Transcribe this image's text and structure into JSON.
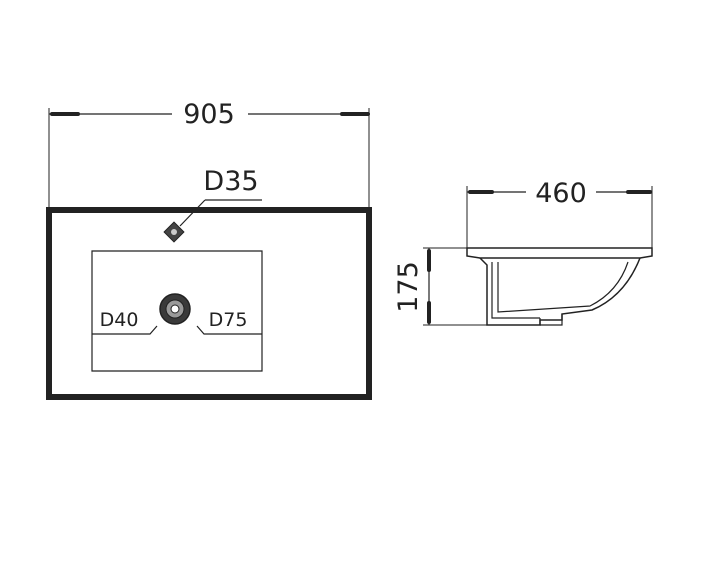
{
  "labels": {
    "width": "905",
    "overflow": "D35",
    "drain": "D40",
    "drain_outer": "D75",
    "depth": "460",
    "height": "175"
  },
  "colors": {
    "line": "#222222",
    "background": "#ffffff"
  }
}
